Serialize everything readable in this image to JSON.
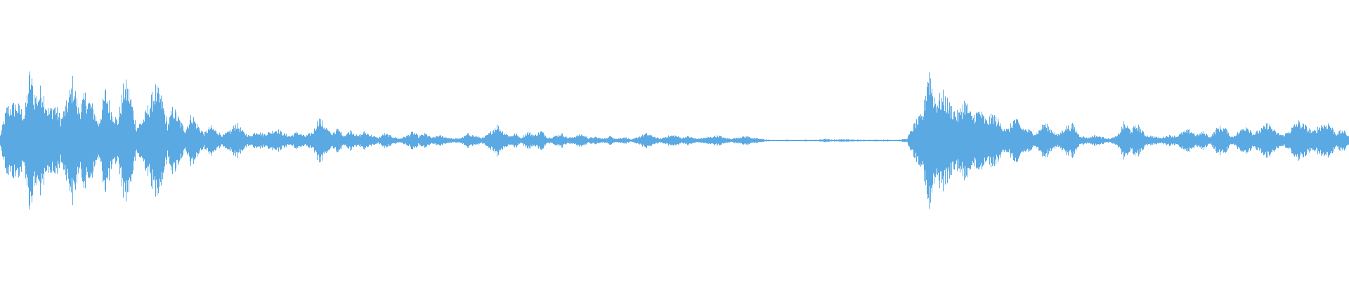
{
  "waveform": {
    "color": "#5aa9e3",
    "background": "#ffffff",
    "envelope": [
      [
        0.0,
        0.06
      ],
      [
        0.005,
        0.38
      ],
      [
        0.012,
        0.42
      ],
      [
        0.018,
        0.3
      ],
      [
        0.022,
        0.78
      ],
      [
        0.026,
        0.5
      ],
      [
        0.031,
        0.6
      ],
      [
        0.036,
        0.33
      ],
      [
        0.04,
        0.42
      ],
      [
        0.045,
        0.25
      ],
      [
        0.05,
        0.45
      ],
      [
        0.054,
        0.7
      ],
      [
        0.058,
        0.35
      ],
      [
        0.063,
        0.52
      ],
      [
        0.068,
        0.4
      ],
      [
        0.073,
        0.2
      ],
      [
        0.078,
        0.58
      ],
      [
        0.082,
        0.36
      ],
      [
        0.087,
        0.22
      ],
      [
        0.092,
        0.66
      ],
      [
        0.096,
        0.55
      ],
      [
        0.101,
        0.15
      ],
      [
        0.106,
        0.25
      ],
      [
        0.11,
        0.4
      ],
      [
        0.115,
        0.6
      ],
      [
        0.12,
        0.46
      ],
      [
        0.124,
        0.18
      ],
      [
        0.128,
        0.38
      ],
      [
        0.132,
        0.26
      ],
      [
        0.137,
        0.12
      ],
      [
        0.142,
        0.3
      ],
      [
        0.146,
        0.18
      ],
      [
        0.151,
        0.08
      ],
      [
        0.156,
        0.16
      ],
      [
        0.16,
        0.11
      ],
      [
        0.165,
        0.06
      ],
      [
        0.171,
        0.12
      ],
      [
        0.175,
        0.2
      ],
      [
        0.18,
        0.1
      ],
      [
        0.185,
        0.05
      ],
      [
        0.19,
        0.11
      ],
      [
        0.195,
        0.07
      ],
      [
        0.2,
        0.1
      ],
      [
        0.205,
        0.13
      ],
      [
        0.21,
        0.08
      ],
      [
        0.215,
        0.05
      ],
      [
        0.22,
        0.1
      ],
      [
        0.226,
        0.05
      ],
      [
        0.232,
        0.1
      ],
      [
        0.236,
        0.26
      ],
      [
        0.24,
        0.18
      ],
      [
        0.245,
        0.08
      ],
      [
        0.25,
        0.13
      ],
      [
        0.255,
        0.06
      ],
      [
        0.26,
        0.12
      ],
      [
        0.265,
        0.05
      ],
      [
        0.27,
        0.1
      ],
      [
        0.275,
        0.06
      ],
      [
        0.28,
        0.03
      ],
      [
        0.285,
        0.08
      ],
      [
        0.29,
        0.05
      ],
      [
        0.296,
        0.02
      ],
      [
        0.302,
        0.06
      ],
      [
        0.306,
        0.1
      ],
      [
        0.31,
        0.05
      ],
      [
        0.315,
        0.08
      ],
      [
        0.32,
        0.03
      ],
      [
        0.325,
        0.06
      ],
      [
        0.33,
        0.04
      ],
      [
        0.336,
        0.02
      ],
      [
        0.342,
        0.03
      ],
      [
        0.347,
        0.08
      ],
      [
        0.352,
        0.05
      ],
      [
        0.358,
        0.03
      ],
      [
        0.363,
        0.09
      ],
      [
        0.368,
        0.18
      ],
      [
        0.373,
        0.1
      ],
      [
        0.378,
        0.05
      ],
      [
        0.382,
        0.08
      ],
      [
        0.386,
        0.03
      ],
      [
        0.391,
        0.1
      ],
      [
        0.396,
        0.06
      ],
      [
        0.401,
        0.11
      ],
      [
        0.406,
        0.03
      ],
      [
        0.411,
        0.05
      ],
      [
        0.416,
        0.08
      ],
      [
        0.421,
        0.03
      ],
      [
        0.426,
        0.05
      ],
      [
        0.431,
        0.07
      ],
      [
        0.436,
        0.03
      ],
      [
        0.441,
        0.04
      ],
      [
        0.447,
        0.02
      ],
      [
        0.452,
        0.05
      ],
      [
        0.457,
        0.02
      ],
      [
        0.463,
        0.04
      ],
      [
        0.468,
        0.01
      ],
      [
        0.474,
        0.05
      ],
      [
        0.479,
        0.08
      ],
      [
        0.484,
        0.05
      ],
      [
        0.489,
        0.02
      ],
      [
        0.494,
        0.05
      ],
      [
        0.5,
        0.06
      ],
      [
        0.505,
        0.03
      ],
      [
        0.51,
        0.05
      ],
      [
        0.516,
        0.02
      ],
      [
        0.521,
        0.03
      ],
      [
        0.526,
        0.04
      ],
      [
        0.532,
        0.06
      ],
      [
        0.537,
        0.03
      ],
      [
        0.542,
        0.02
      ],
      [
        0.548,
        0.04
      ],
      [
        0.553,
        0.05
      ],
      [
        0.558,
        0.03
      ],
      [
        0.563,
        0.02
      ],
      [
        0.569,
        0.01
      ],
      [
        0.575,
        0.005
      ],
      [
        0.582,
        0.01
      ],
      [
        0.59,
        0.005
      ],
      [
        0.598,
        0.01
      ],
      [
        0.606,
        0.008
      ],
      [
        0.612,
        0.02
      ],
      [
        0.617,
        0.01
      ],
      [
        0.624,
        0.015
      ],
      [
        0.63,
        0.012
      ],
      [
        0.636,
        0.01
      ],
      [
        0.642,
        0.008
      ],
      [
        0.65,
        0.01
      ],
      [
        0.658,
        0.01
      ],
      [
        0.665,
        0.008
      ],
      [
        0.672,
        0.02
      ],
      [
        0.678,
        0.2
      ],
      [
        0.684,
        0.3
      ],
      [
        0.688,
        0.86
      ],
      [
        0.693,
        0.46
      ],
      [
        0.699,
        0.52
      ],
      [
        0.704,
        0.4
      ],
      [
        0.71,
        0.3
      ],
      [
        0.715,
        0.46
      ],
      [
        0.72,
        0.28
      ],
      [
        0.726,
        0.35
      ],
      [
        0.731,
        0.22
      ],
      [
        0.736,
        0.3
      ],
      [
        0.742,
        0.18
      ],
      [
        0.747,
        0.12
      ],
      [
        0.752,
        0.26
      ],
      [
        0.757,
        0.15
      ],
      [
        0.762,
        0.12
      ],
      [
        0.768,
        0.08
      ],
      [
        0.774,
        0.2
      ],
      [
        0.779,
        0.13
      ],
      [
        0.784,
        0.06
      ],
      [
        0.789,
        0.15
      ],
      [
        0.795,
        0.18
      ],
      [
        0.8,
        0.06
      ],
      [
        0.806,
        0.03
      ],
      [
        0.811,
        0.06
      ],
      [
        0.817,
        0.04
      ],
      [
        0.822,
        0.02
      ],
      [
        0.828,
        0.05
      ],
      [
        0.833,
        0.2
      ],
      [
        0.838,
        0.12
      ],
      [
        0.843,
        0.18
      ],
      [
        0.849,
        0.06
      ],
      [
        0.854,
        0.05
      ],
      [
        0.86,
        0.03
      ],
      [
        0.866,
        0.06
      ],
      [
        0.872,
        0.05
      ],
      [
        0.877,
        0.1
      ],
      [
        0.882,
        0.12
      ],
      [
        0.887,
        0.06
      ],
      [
        0.892,
        0.1
      ],
      [
        0.897,
        0.04
      ],
      [
        0.903,
        0.16
      ],
      [
        0.908,
        0.14
      ],
      [
        0.913,
        0.04
      ],
      [
        0.918,
        0.1
      ],
      [
        0.924,
        0.18
      ],
      [
        0.929,
        0.08
      ],
      [
        0.934,
        0.12
      ],
      [
        0.94,
        0.2
      ],
      [
        0.945,
        0.1
      ],
      [
        0.951,
        0.06
      ],
      [
        0.956,
        0.12
      ],
      [
        0.962,
        0.22
      ],
      [
        0.968,
        0.16
      ],
      [
        0.973,
        0.1
      ],
      [
        0.979,
        0.18
      ],
      [
        0.985,
        0.2
      ],
      [
        0.99,
        0.08
      ],
      [
        0.995,
        0.12
      ],
      [
        1.0,
        0.05
      ]
    ]
  }
}
